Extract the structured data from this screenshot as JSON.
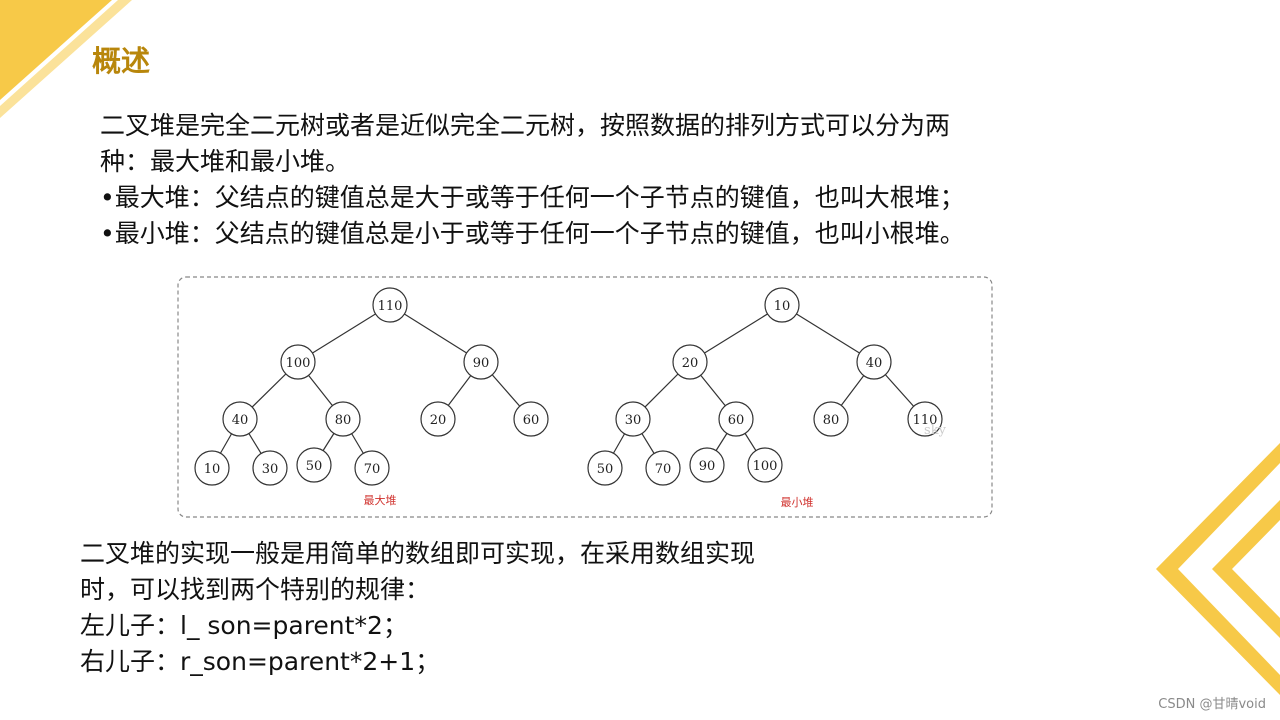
{
  "slide": {
    "title": "概述",
    "intro_lines": [
      "二叉堆是完全二元树或者是近似完全二元树，按照数据的排列方式可以分为两",
      "种：最大堆和最小堆。",
      "•最大堆：父结点的键值总是大于或等于任何一个子节点的键值，也叫大根堆；",
      "•最小堆：父结点的键值总是小于或等于任何一个子节点的键值，也叫小根堆。"
    ],
    "impl_lines": [
      "二叉堆的实现一般是用简单的数组即可实现，在采用数组实现",
      "时，可以找到两个特别的规律：",
      "左儿子：l_ son=parent*2；",
      "右儿子：r_son=parent*2+1；"
    ],
    "footer": "CSDN @甘晴void"
  },
  "figure": {
    "watermark": "sky",
    "max_heap": {
      "label": "最大堆",
      "nodes": [
        "110",
        "100",
        "90",
        "40",
        "80",
        "20",
        "60",
        "10",
        "30",
        "50",
        "70"
      ]
    },
    "min_heap": {
      "label": "最小堆",
      "nodes": [
        "10",
        "20",
        "40",
        "30",
        "60",
        "80",
        "110",
        "50",
        "70",
        "90",
        "100"
      ]
    }
  },
  "colors": {
    "title": "#b8860b",
    "accent_yellow": "#f7c948",
    "caption_red": "#d0312d",
    "dashed_border": "#888888"
  }
}
